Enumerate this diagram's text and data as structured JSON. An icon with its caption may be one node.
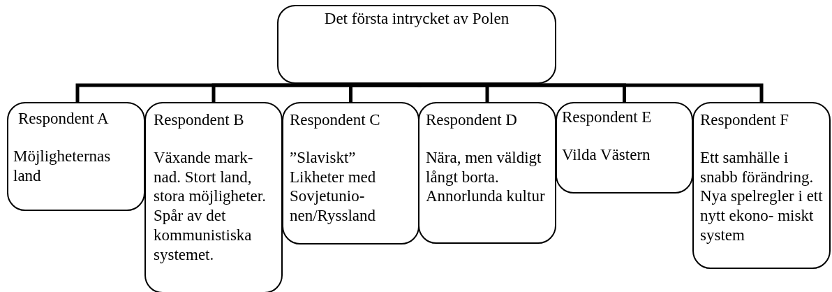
{
  "diagram": {
    "nodes": [
      {
        "text": [
          "Det första intrycket av Polen"
        ]
      },
      {
        "text": [
          "Respondent A",
          "Möjligheternas land"
        ]
      },
      {
        "text": [
          "Respondent B",
          "Växande mark- nad. Stort land, stora möjligheter. Spår av det kommunistiska systemet."
        ]
      },
      {
        "text": [
          "Respondent C",
          "”Slaviskt” Likheter med Sovjetunio- nen/Ryssland"
        ]
      },
      {
        "text": [
          "Respondent D",
          "Nära, men väldigt långt borta. Annorlunda kultur"
        ]
      },
      {
        "text": [
          "Respondent E",
          "Vilda Västern"
        ]
      },
      {
        "text": [
          "Respondent F",
          "Ett samhälle i snabb förändring. Nya spelregler i ett nytt ekono- miskt system"
        ]
      }
    ],
    "edges": [
      {
        "from": 0,
        "to": 1,
        "arrow": "none"
      },
      {
        "from": 0,
        "to": 2,
        "arrow": "none"
      },
      {
        "from": 0,
        "to": 3,
        "arrow": "none"
      },
      {
        "from": 0,
        "to": 4,
        "arrow": "none"
      },
      {
        "from": 0,
        "to": 5,
        "arrow": "none"
      },
      {
        "from": 0,
        "to": 6,
        "arrow": "none"
      }
    ]
  }
}
